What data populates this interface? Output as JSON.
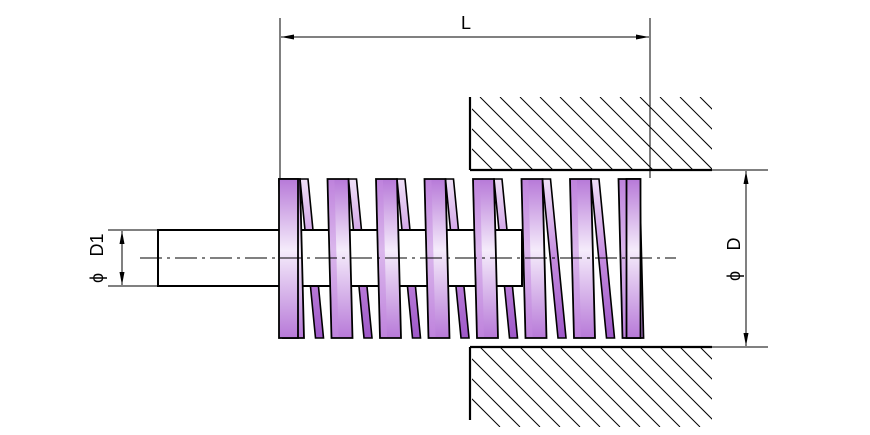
{
  "diagram": {
    "labels": {
      "length": "L",
      "outer_diameter": "D",
      "inner_diameter": "D1",
      "diameter_symbol": "ϕ"
    },
    "colors": {
      "spring_fill": "#c58be0",
      "spring_light": "#f5ecfb",
      "line": "#000000",
      "background": "#ffffff"
    },
    "spring": {
      "visible_coils": 8
    }
  }
}
